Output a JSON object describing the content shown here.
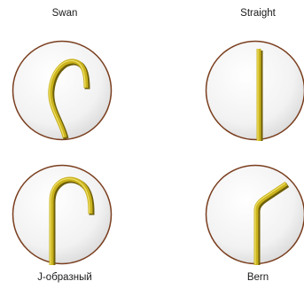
{
  "tips": [
    {
      "id": "swan",
      "label": "Swan",
      "icon": "swan-neck-tip-icon"
    },
    {
      "id": "straight",
      "label": "Straight",
      "icon": "straight-tip-icon"
    },
    {
      "id": "j-shaped",
      "label": "J-образный",
      "icon": "j-shaped-tip-icon"
    },
    {
      "id": "bern",
      "label": "Bern",
      "icon": "bern-tip-icon"
    }
  ],
  "colors": {
    "wire_gold": "#c9b21c",
    "wire_shadow": "#6e5f0a",
    "circle_border": "#7a3e1e",
    "circle_fill": "#f4f4f4"
  }
}
